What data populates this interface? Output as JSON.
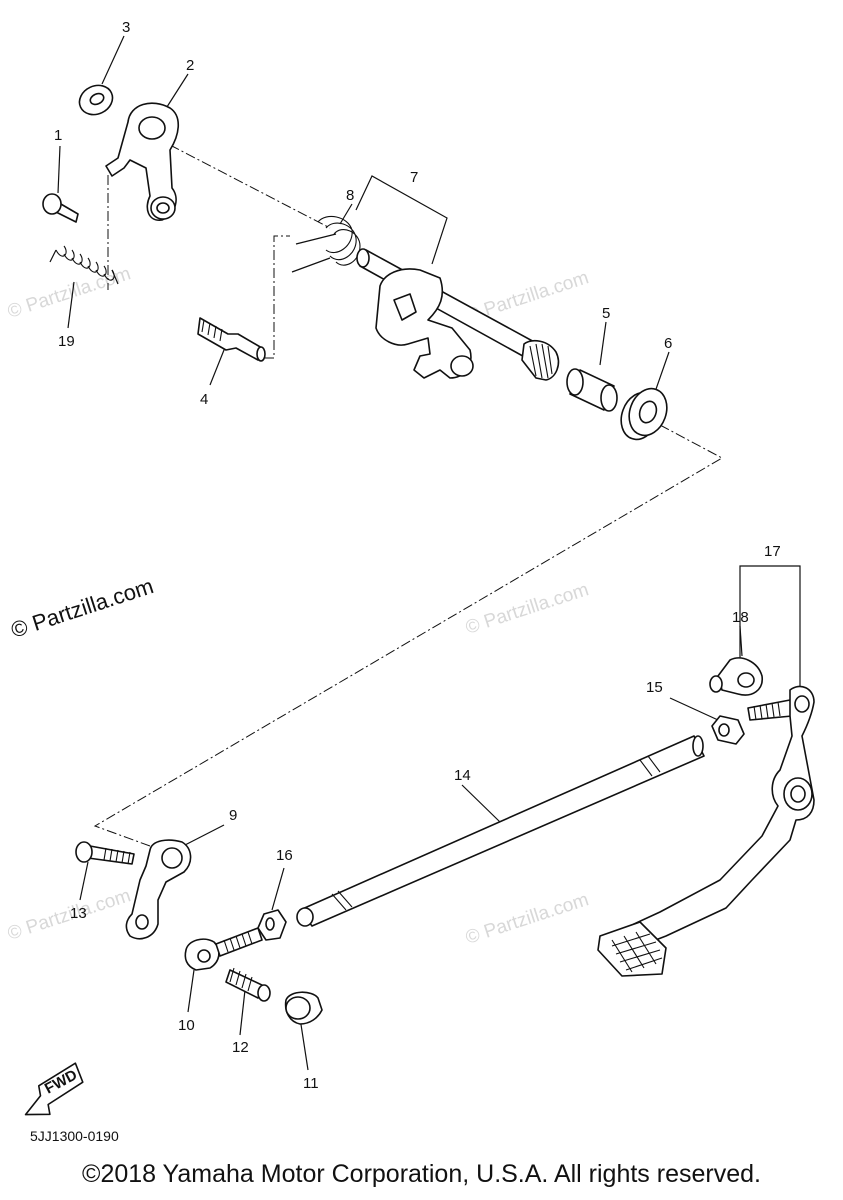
{
  "diagram": {
    "code": "5JJ1300-0190",
    "copyright": "©2018 Yamaha Motor Corporation, U.S.A. All rights reserved.",
    "fwd_label": "FWD",
    "watermark": "© Partzilla.com",
    "callouts": [
      "1",
      "2",
      "3",
      "4",
      "5",
      "6",
      "7",
      "8",
      "9",
      "10",
      "11",
      "12",
      "13",
      "14",
      "15",
      "16",
      "17",
      "18",
      "19"
    ]
  }
}
